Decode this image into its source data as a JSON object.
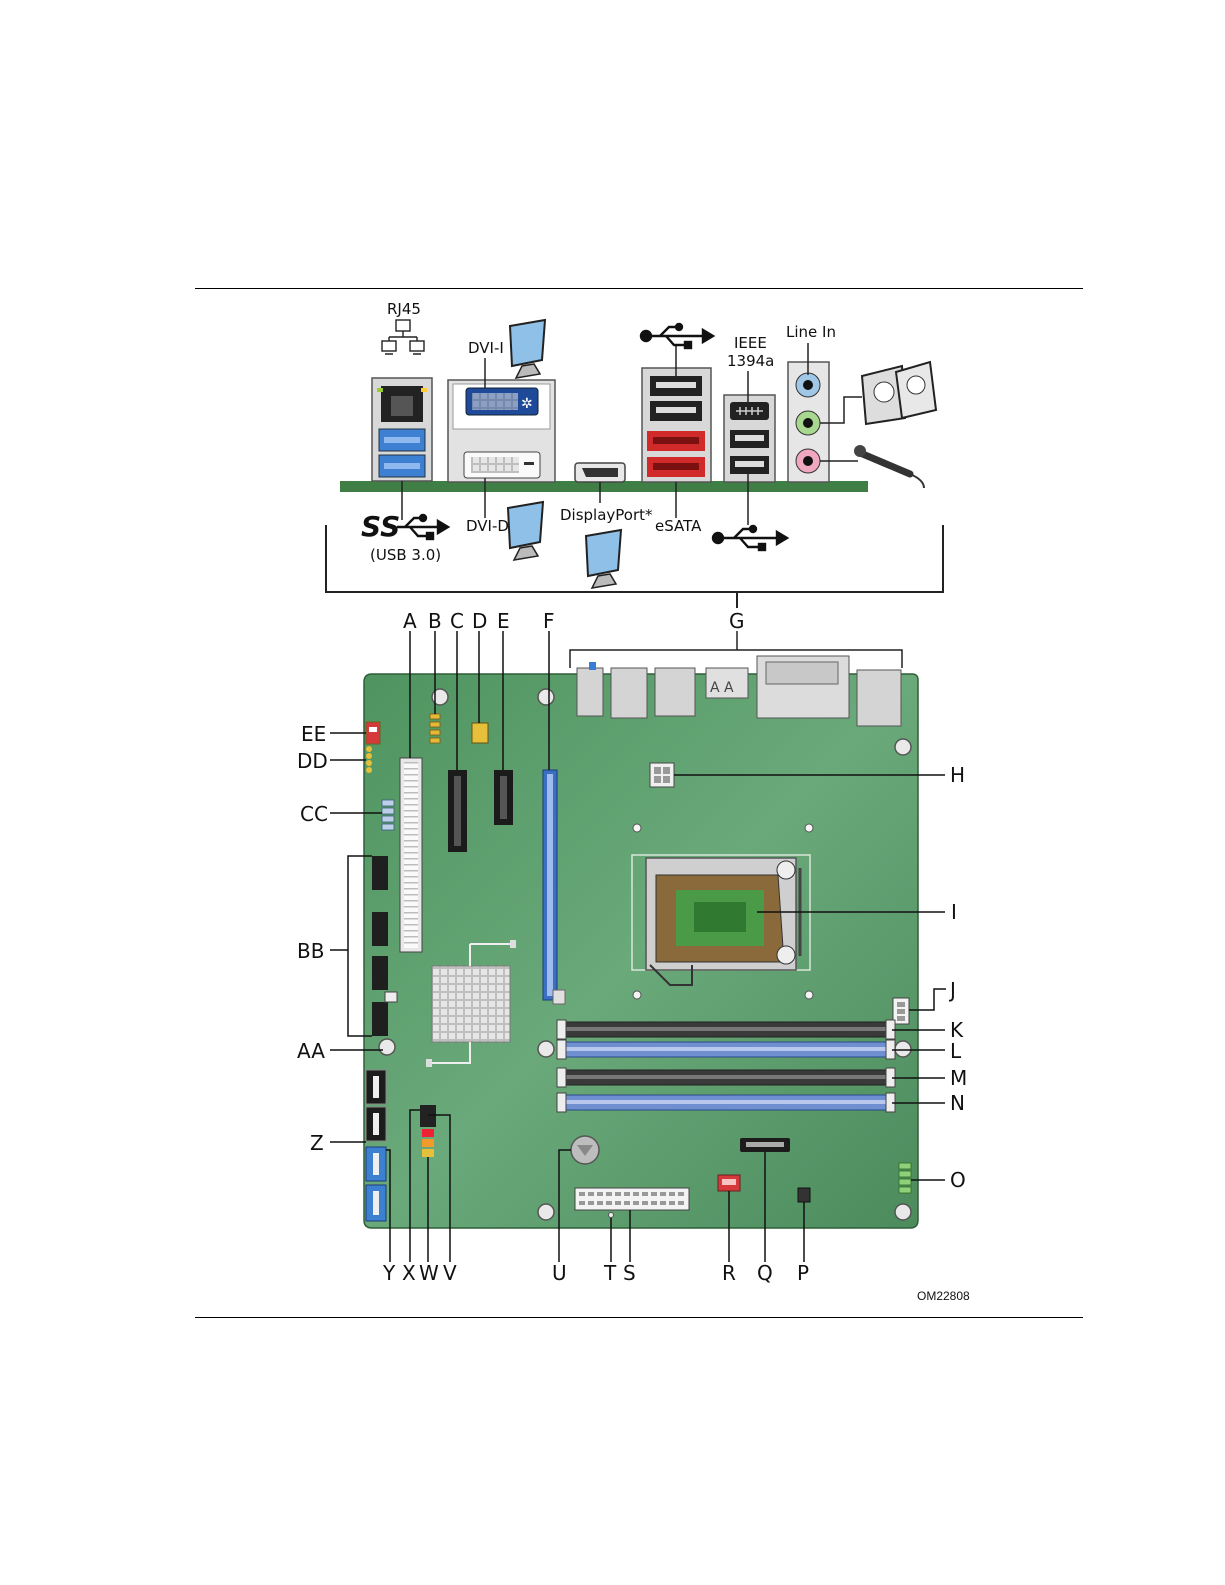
{
  "io_panel": {
    "labels": {
      "rj45": "RJ45",
      "dvi_i": "DVI-I",
      "dvi_d": "DVI-D",
      "displayport": "DisplayPort*",
      "esata": "eSATA",
      "ieee_line1": "IEEE",
      "ieee_line2": "1394a",
      "line_in": "Line In",
      "ss": "SS",
      "usb30": "(USB 3.0)"
    }
  },
  "callouts": {
    "top": [
      "A",
      "B",
      "C",
      "D",
      "E",
      "F",
      "G"
    ],
    "right": [
      "H",
      "I",
      "J",
      "K",
      "L",
      "M",
      "N",
      "O"
    ],
    "bottom": [
      "P",
      "Q",
      "R",
      "S",
      "T",
      "U",
      "V",
      "W",
      "X",
      "Y"
    ],
    "left": [
      "Z",
      "AA",
      "BB",
      "CC",
      "DD",
      "EE"
    ]
  },
  "figure_code": "OM22808",
  "colors": {
    "board_green": "#5a9a6a",
    "pcb_strip": "#3f7f45",
    "dimm_black": "#3a3a3a",
    "dimm_blue": "#6f8fd0",
    "pcie_blue": "#3b6fc4",
    "usb3_blue": "#3d7fd0",
    "esata_red": "#d02a2a"
  }
}
